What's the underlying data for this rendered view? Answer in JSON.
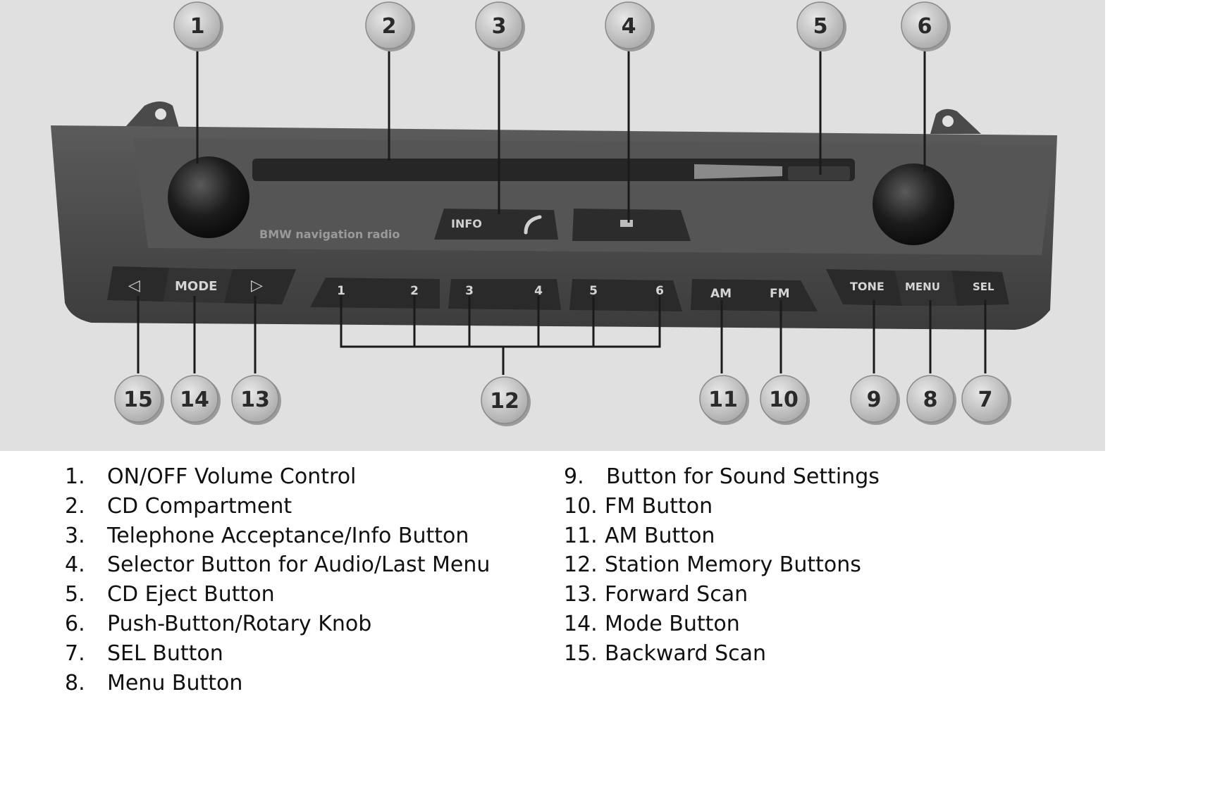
{
  "radio": {
    "brand_text": "BMW navigation radio",
    "info_label": "INFO",
    "mode_label": "MODE",
    "back_arrow": "◁",
    "fwd_arrow": "▷",
    "am_label": "AM",
    "fm_label": "FM",
    "tone_label": "TONE",
    "menu_label": "MENU",
    "sel_label": "SEL",
    "presets": [
      "1",
      "2",
      "3",
      "4",
      "5",
      "6"
    ]
  },
  "callouts": [
    "1",
    "2",
    "3",
    "4",
    "5",
    "6",
    "7",
    "8",
    "9",
    "10",
    "11",
    "12",
    "13",
    "14",
    "15"
  ],
  "legend": {
    "left": [
      {
        "num": "1.",
        "label": "ON/OFF Volume Control"
      },
      {
        "num": "2.",
        "label": "CD Compartment"
      },
      {
        "num": "3.",
        "label": "Telephone Acceptance/Info Button"
      },
      {
        "num": "4.",
        "label": "Selector Button for Audio/Last Menu"
      },
      {
        "num": "5.",
        "label": "CD Eject Button"
      },
      {
        "num": "6.",
        "label": "Push-Button/Rotary Knob"
      },
      {
        "num": "7.",
        "label": "SEL Button"
      },
      {
        "num": "8.",
        "label": "Menu Button"
      }
    ],
    "right": [
      {
        "num": "9.",
        "label": "Button for Sound Settings"
      },
      {
        "num": "10.",
        "label": "FM Button"
      },
      {
        "num": "11.",
        "label": "AM Button"
      },
      {
        "num": "12.",
        "label": "Station Memory Buttons"
      },
      {
        "num": "13.",
        "label": "Forward Scan"
      },
      {
        "num": "14.",
        "label": "Mode Button"
      },
      {
        "num": "15.",
        "label": "Backward Scan"
      }
    ]
  },
  "colors": {
    "panel": "#4a4a4a",
    "panel_dark": "#2e2e2e",
    "button": "#3a3a3a",
    "callout_fill": "#c8c8c8",
    "leader": "#1a1a1a"
  }
}
